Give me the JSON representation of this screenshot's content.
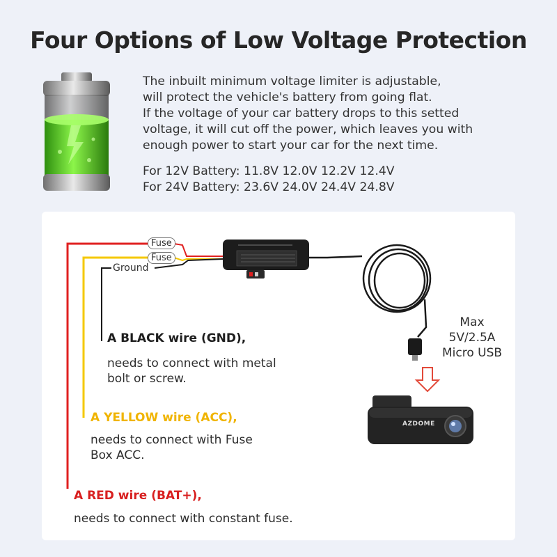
{
  "title": "Four Options of Low Voltage Protection",
  "description": {
    "line1": "The inbuilt minimum voltage limiter is adjustable,",
    "line2": "will protect the vehicle's battery from going flat.",
    "line3": "If the voltage of your car battery drops to this setted",
    "line4": "voltage, it will cut off the power, which leaves you with",
    "line5": "enough power to start your car for the next time."
  },
  "voltages": {
    "v12": "For 12V Battery: 11.8V 12.0V 12.2V 12.4V",
    "v24": "For 24V Battery: 23.6V 24.0V 24.4V  24.8V"
  },
  "diagram": {
    "fuse_label_1": "Fuse",
    "fuse_label_2": "Fuse",
    "ground_label": "Ground",
    "black_wire_title": "A BLACK wire (GND),",
    "black_wire_desc_1": "needs to connect with metal",
    "black_wire_desc_2": "bolt or screw.",
    "yellow_wire_title": "A YELLOW wire (ACC),",
    "yellow_wire_desc_1": "needs to connect with Fuse",
    "yellow_wire_desc_2": "Box ACC.",
    "red_wire_title": "A RED wire (BAT+),",
    "red_wire_desc": "needs to connect with constant fuse.",
    "spec_1": "Max",
    "spec_2": "5V/2.5A",
    "spec_3": "Micro USB",
    "camera_brand": "AZDOME"
  },
  "colors": {
    "red_wire": "#e02020",
    "yellow_wire": "#f5c800",
    "black_wire": "#1a1a1a",
    "red_text": "#d81f1f",
    "yellow_text": "#f0b400",
    "black_text": "#1e1e1e",
    "battery_green": "#6ee82a"
  }
}
